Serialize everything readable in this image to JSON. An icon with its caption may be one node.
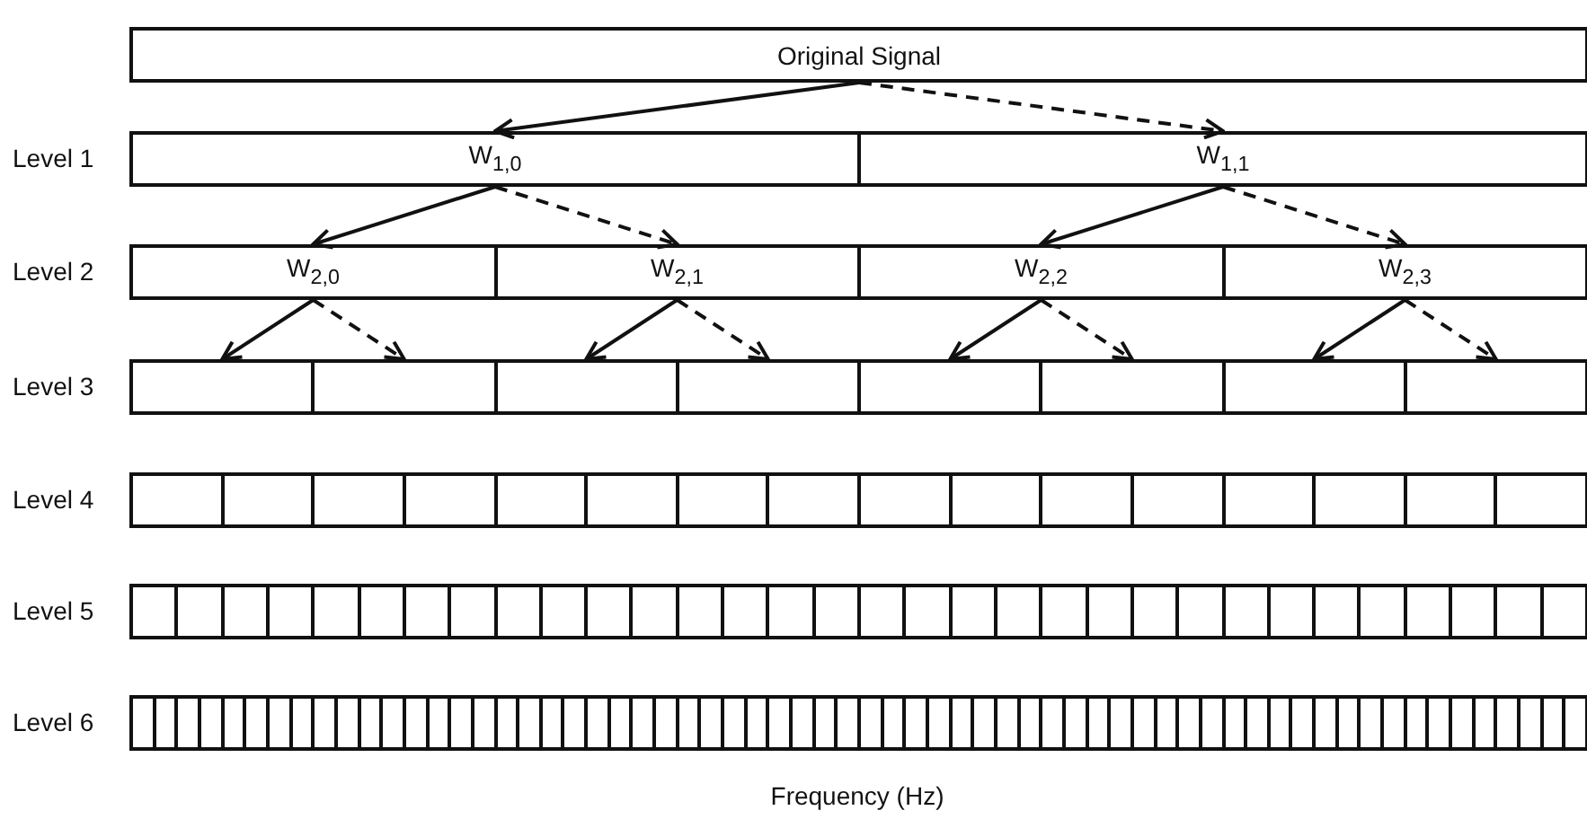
{
  "diagram": {
    "nodes": [
      {
        "text": [
          "Original Signal"
        ]
      },
      {
        "text": [
          "W$_{1,0}$"
        ]
      },
      {
        "text": [
          "W$_{1,1}$"
        ]
      },
      {
        "text": [
          "W$_{2,0}$"
        ]
      },
      {
        "text": [
          "W$_{2,1}$"
        ]
      },
      {
        "text": [
          "W$_{2,2}$"
        ]
      },
      {
        "text": [
          "W$_{2,3}$"
        ]
      },
      {
        "text": [],
        "shape": "box"
      },
      {
        "text": [],
        "shape": "box"
      },
      {
        "text": [],
        "shape": "box"
      },
      {
        "text": [],
        "shape": "box"
      },
      {
        "text": [],
        "shape": "box"
      },
      {
        "text": [],
        "shape": "box"
      },
      {
        "text": [],
        "shape": "box"
      },
      {
        "text": [],
        "shape": "box"
      },
      {
        "text": [],
        "shape": "box"
      },
      {
        "text": [],
        "shape": "box"
      },
      {
        "text": [],
        "shape": "box"
      },
      {
        "text": [],
        "shape": "box"
      },
      {
        "text": [],
        "shape": "box"
      },
      {
        "text": [],
        "shape": "box"
      },
      {
        "text": [],
        "shape": "box"
      },
      {
        "text": [],
        "shape": "box"
      },
      {
        "text": [],
        "shape": "box"
      },
      {
        "text": [],
        "shape": "box"
      },
      {
        "text": [],
        "shape": "box"
      },
      {
        "text": [],
        "shape": "box"
      },
      {
        "text": [],
        "shape": "box"
      },
      {
        "text": [],
        "shape": "box"
      },
      {
        "text": [],
        "shape": "box"
      },
      {
        "text": [],
        "shape": "box"
      },
      {
        "text": [],
        "shape": "box"
      },
      {
        "text": [],
        "shape": "box"
      },
      {
        "text": [],
        "shape": "box"
      },
      {
        "text": [],
        "shape": "box"
      },
      {
        "text": [],
        "shape": "box"
      },
      {
        "text": [],
        "shape": "box"
      },
      {
        "text": [],
        "shape": "box"
      },
      {
        "text": [],
        "shape": "box"
      },
      {
        "text": [],
        "shape": "box"
      },
      {
        "text": [],
        "shape": "box"
      },
      {
        "text": [],
        "shape": "box"
      },
      {
        "text": [],
        "shape": "box"
      },
      {
        "text": [],
        "shape": "box"
      },
      {
        "text": [],
        "shape": "box"
      },
      {
        "text": [],
        "shape": "box"
      },
      {
        "text": [],
        "shape": "box"
      },
      {
        "text": [],
        "shape": "box"
      },
      {
        "text": [],
        "shape": "box"
      },
      {
        "text": [],
        "shape": "box"
      },
      {
        "text": [],
        "shape": "box"
      },
      {
        "text": [],
        "shape": "box"
      },
      {
        "text": [],
        "shape": "box"
      },
      {
        "text": [],
        "shape": "box"
      },
      {
        "text": [],
        "shape": "box"
      },
      {
        "text": [],
        "shape": "box"
      },
      {
        "text": [],
        "shape": "box"
      },
      {
        "text": [],
        "shape": "box"
      },
      {
        "text": [],
        "shape": "box"
      },
      {
        "text": [],
        "shape": "box"
      },
      {
        "text": [],
        "shape": "box"
      },
      {
        "text": [],
        "shape": "box"
      },
      {
        "text": [],
        "shape": "box"
      },
      {
        "text": [],
        "shape": "box"
      },
      {
        "text": [],
        "shape": "box"
      },
      {
        "text": [],
        "shape": "box"
      },
      {
        "text": [],
        "shape": "box"
      },
      {
        "text": [],
        "shape": "box"
      },
      {
        "text": [],
        "shape": "box"
      },
      {
        "text": [],
        "shape": "box"
      },
      {
        "text": [],
        "shape": "box"
      },
      {
        "text": [],
        "shape": "box"
      },
      {
        "text": [],
        "shape": "box"
      },
      {
        "text": [],
        "shape": "box"
      },
      {
        "text": [],
        "shape": "box"
      },
      {
        "text": [],
        "shape": "box"
      },
      {
        "text": [],
        "shape": "box"
      },
      {
        "text": [],
        "shape": "box"
      },
      {
        "text": [],
        "shape": "box"
      },
      {
        "text": [],
        "shape": "box"
      },
      {
        "text": [],
        "shape": "box"
      },
      {
        "text": [],
        "shape": "box"
      },
      {
        "text": [],
        "shape": "box"
      },
      {
        "text": [],
        "shape": "box"
      },
      {
        "text": [],
        "shape": "box"
      },
      {
        "text": [],
        "shape": "box"
      },
      {
        "text": [],
        "shape": "box"
      },
      {
        "text": [],
        "shape": "box"
      },
      {
        "text": [],
        "shape": "box"
      },
      {
        "text": [],
        "shape": "box"
      },
      {
        "text": [],
        "shape": "box"
      },
      {
        "text": [],
        "shape": "box"
      },
      {
        "text": [],
        "shape": "box"
      },
      {
        "text": [],
        "shape": "box"
      },
      {
        "text": [],
        "shape": "box"
      },
      {
        "text": [],
        "shape": "box"
      },
      {
        "text": [],
        "shape": "box"
      },
      {
        "text": [],
        "shape": "box"
      },
      {
        "text": [],
        "shape": "box"
      },
      {
        "text": [],
        "shape": "box"
      },
      {
        "text": [],
        "shape": "box"
      },
      {
        "text": [],
        "shape": "box"
      },
      {
        "text": [],
        "shape": "box"
      },
      {
        "text": [],
        "shape": "box"
      },
      {
        "text": [],
        "shape": "box"
      },
      {
        "text": [],
        "shape": "box"
      },
      {
        "text": [],
        "shape": "box"
      },
      {
        "text": [],
        "shape": "box"
      },
      {
        "text": [],
        "shape": "box"
      },
      {
        "text": [],
        "shape": "box"
      },
      {
        "text": [],
        "shape": "box"
      },
      {
        "text": [],
        "shape": "box"
      },
      {
        "text": [],
        "shape": "box"
      },
      {
        "text": [],
        "shape": "box"
      },
      {
        "text": [],
        "shape": "box"
      },
      {
        "text": [],
        "shape": "box"
      },
      {
        "text": [],
        "shape": "box"
      },
      {
        "text": [],
        "shape": "box"
      },
      {
        "text": [],
        "shape": "box"
      },
      {
        "text": [],
        "shape": "box"
      },
      {
        "text": [],
        "shape": "box"
      },
      {
        "text": [],
        "shape": "box"
      },
      {
        "text": [],
        "shape": "box"
      },
      {
        "text": [],
        "shape": "box"
      },
      {
        "text": [],
        "shape": "box"
      },
      {
        "text": [],
        "shape": "box"
      },
      {
        "text": [],
        "shape": "box"
      }
    ],
    "edges": [
      {
        "from": 0,
        "to": 1,
        "arrow": "to"
      },
      {
        "from": 0,
        "to": 2,
        "arrow": "to",
        "style": "dashed"
      },
      {
        "from": 1,
        "to": 3,
        "arrow": "to"
      },
      {
        "from": 1,
        "to": 4,
        "arrow": "to",
        "style": "dashed"
      },
      {
        "from": 2,
        "to": 5,
        "arrow": "to"
      },
      {
        "from": 2,
        "to": 6,
        "arrow": "to",
        "style": "dashed"
      },
      {
        "from": 3,
        "to": 7,
        "arrow": "to"
      },
      {
        "from": 3,
        "to": 8,
        "arrow": "to",
        "style": "dashed"
      },
      {
        "from": 4,
        "to": 9,
        "arrow": "to"
      },
      {
        "from": 4,
        "to": 10,
        "arrow": "to",
        "style": "dashed"
      },
      {
        "from": 5,
        "to": 11,
        "arrow": "to"
      },
      {
        "from": 5,
        "to": 12,
        "arrow": "to",
        "style": "dashed"
      },
      {
        "from": 6,
        "to": 13,
        "arrow": "to"
      },
      {
        "from": 6,
        "to": 14,
        "arrow": "to",
        "style": "dashed"
      }
    ],
    "labels": [
      "Level 1",
      "Level 2",
      "Level 3",
      "Level 4",
      "Level 5",
      "Level 6",
      "Frequency (Hz)"
    ]
  }
}
